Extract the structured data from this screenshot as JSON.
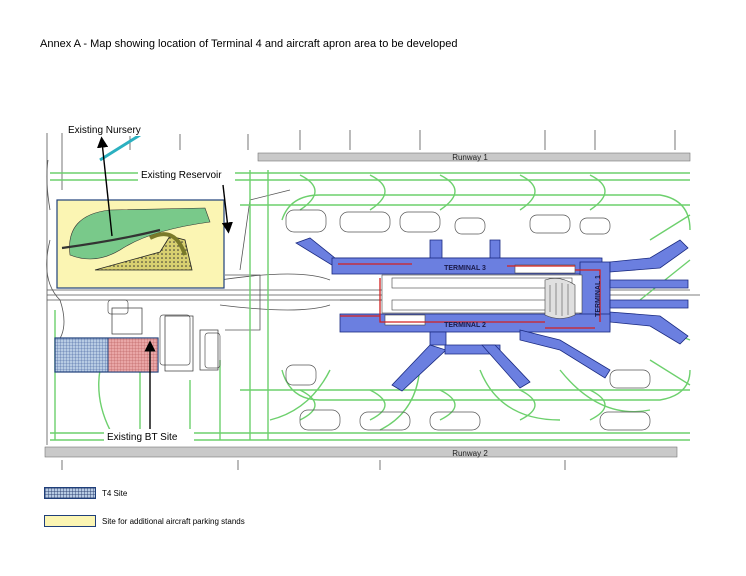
{
  "title": "Annex A - Map showing location of Terminal 4 and aircraft apron area to be developed",
  "map": {
    "labels": {
      "nursery": "Existing Nursery",
      "reservoir": "Existing Reservoir",
      "bt_site": "Existing BT Site"
    },
    "runways": {
      "north": "Runway 1",
      "south": "Runway 2"
    },
    "terminals": {
      "t1": "TERMINAL 1",
      "t2": "TERMINAL 2",
      "t3": "TERMINAL 3"
    },
    "colors": {
      "terminal_fill": "#6b7fe0",
      "taxiway_green": "#6dd06d",
      "t4_site_fill": "#b7cbe3",
      "stands_fill": "#fbf5b3",
      "bt_site_fill": "#e9a6a6",
      "boundary_red": "#d22020"
    }
  },
  "legend": {
    "items": [
      {
        "label": "T4 Site",
        "color": "#b7cbe3"
      },
      {
        "label": "Site for additional aircraft parking stands",
        "color": "#fbf5b3"
      }
    ]
  }
}
